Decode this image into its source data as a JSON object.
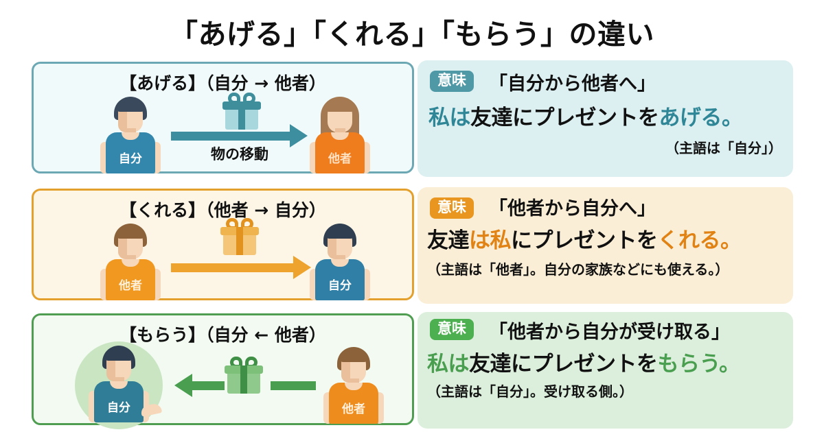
{
  "title": "「あげる」「くれる」「もらう」の違い",
  "rows": [
    {
      "key": "ageru",
      "accent": "#3d8e9e",
      "border_color": "#6ba8b3",
      "card_bg": "#f1fafb",
      "panel_bg": "#dceff1",
      "card_heading": "【あげる】（自分 → 他者）",
      "left_figure": {
        "label": "自分",
        "shirt": "#3387ad",
        "hair": "#3a4a5c",
        "tag_color": "#ffffff"
      },
      "right_figure": {
        "label": "他者",
        "shirt": "#ef7d1e",
        "hair": "#a57a52",
        "tag_color": "#ffe2c4"
      },
      "gift": {
        "box_color": "#a8d8de",
        "ribbon_color": "#3e8e9c"
      },
      "arrow": {
        "direction": "right",
        "color": "#3d8e9e"
      },
      "move_label": "物の移動",
      "badge": "意味",
      "badge_color": "#4f98a6",
      "meaning": "「自分から他者へ」",
      "sentence_parts": [
        {
          "text": "私は",
          "color": "#2e8696"
        },
        {
          "text": "友達にプレゼントを",
          "color": "#111111"
        },
        {
          "text": "あげる。",
          "color": "#2e8696"
        }
      ],
      "note": "（主語は「自分」）"
    },
    {
      "key": "kureru",
      "accent": "#e2921f",
      "border_color": "#e3a02c",
      "card_bg": "#fdf6e7",
      "panel_bg": "#fbeed6",
      "card_heading": "【くれる】（他者 → 自分）",
      "left_figure": {
        "label": "他者",
        "shirt": "#f0981f",
        "hair": "#8b6239",
        "tag_color": "#fff1dc"
      },
      "right_figure": {
        "label": "自分",
        "shirt": "#2f7fa6",
        "hair": "#2f3e50",
        "tag_color": "#ffffff"
      },
      "gift": {
        "box_color": "#f5c678",
        "ribbon_color": "#e2921f"
      },
      "arrow": {
        "direction": "right",
        "color": "#eda32d"
      },
      "move_label": "",
      "badge": "意味",
      "badge_color": "#e8961f",
      "meaning": "「他者から自分へ」",
      "sentence_parts": [
        {
          "text": "友達",
          "color": "#111111"
        },
        {
          "text": "は私",
          "color": "#e08214"
        },
        {
          "text": "にプレゼントを",
          "color": "#111111"
        },
        {
          "text": "くれる。",
          "color": "#e08214"
        }
      ],
      "note": "（主語は「他者」。自分の家族などにも使える。）"
    },
    {
      "key": "morau",
      "accent": "#4a9e4f",
      "border_color": "#4f9d51",
      "card_bg": "#f2faf2",
      "panel_bg": "#dcefdc",
      "card_heading": "【もらう】（自分 ← 他者）",
      "left_figure": {
        "label": "自分",
        "shirt": "#2f7d96",
        "hair": "#2f3e50",
        "tag_color": "#ffffff",
        "halo": "#c9e5c2",
        "hand": true
      },
      "right_figure": {
        "label": "他者",
        "shirt": "#ef8c1e",
        "hair": "#8b6239",
        "tag_color": "#fff1dc"
      },
      "gift": {
        "box_color": "#8fca8c",
        "ribbon_color": "#3f8f46"
      },
      "arrow": {
        "direction": "left",
        "color": "#4a9e4f"
      },
      "move_label": "",
      "badge": "意味",
      "badge_color": "#4caf50",
      "meaning": "「他者から自分が受け取る」",
      "sentence_parts": [
        {
          "text": "私は",
          "color": "#4a9e4f"
        },
        {
          "text": "友達にプレゼントを",
          "color": "#111111"
        },
        {
          "text": "もらう。",
          "color": "#4a9e4f"
        }
      ],
      "note": "（主語は「自分」。受け取る側。）"
    }
  ]
}
